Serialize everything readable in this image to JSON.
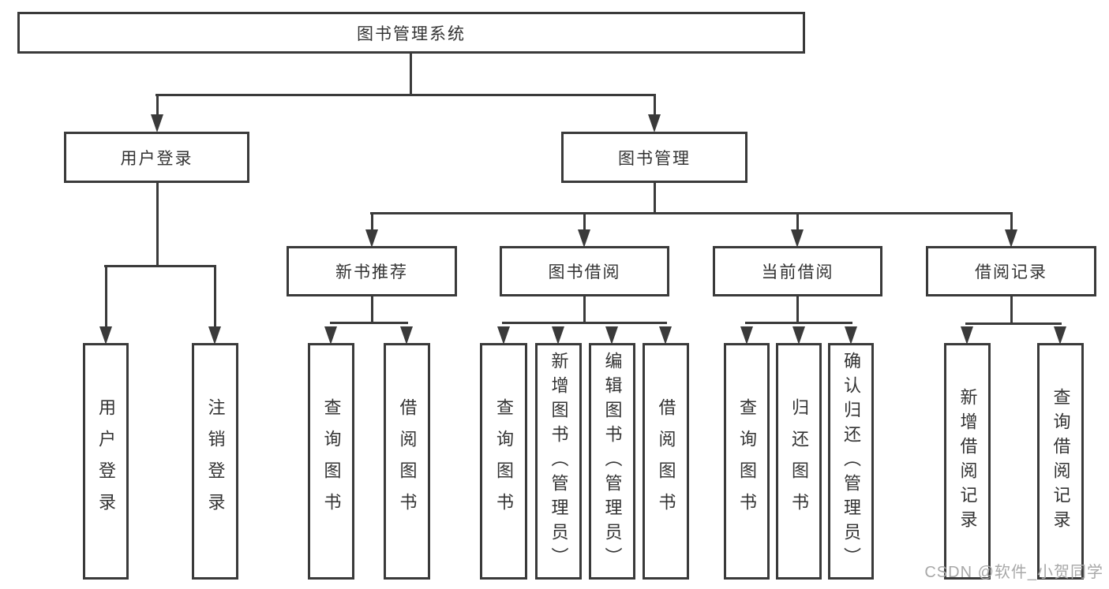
{
  "diagram": {
    "type": "hierarchy-tree",
    "root": {
      "label": "图书管理系统"
    },
    "level2": [
      {
        "label": "用户登录"
      },
      {
        "label": "图书管理"
      }
    ],
    "level3": [
      {
        "label": "新书推荐"
      },
      {
        "label": "图书借阅"
      },
      {
        "label": "当前借阅"
      },
      {
        "label": "借阅记录"
      }
    ],
    "leaves": {
      "user_login": [
        "用户登录",
        "注销登录"
      ],
      "new_books": [
        "查询图书",
        "借阅图书"
      ],
      "book_borrow": [
        "查询图书",
        "新增图书（管理员）",
        "编辑图书（管理员）",
        "借阅图书"
      ],
      "current_borrow": [
        "查询图书",
        "归还图书",
        "确认归还（管理员）"
      ],
      "borrow_records": [
        "新增借阅记录",
        "查询借阅记录"
      ]
    },
    "colors": {
      "background": "#ffffff",
      "line": "#3a3a3a",
      "text": "#333333",
      "watermark": "#a8a8a8"
    },
    "watermark": "CSDN @软件_小贺同学"
  }
}
